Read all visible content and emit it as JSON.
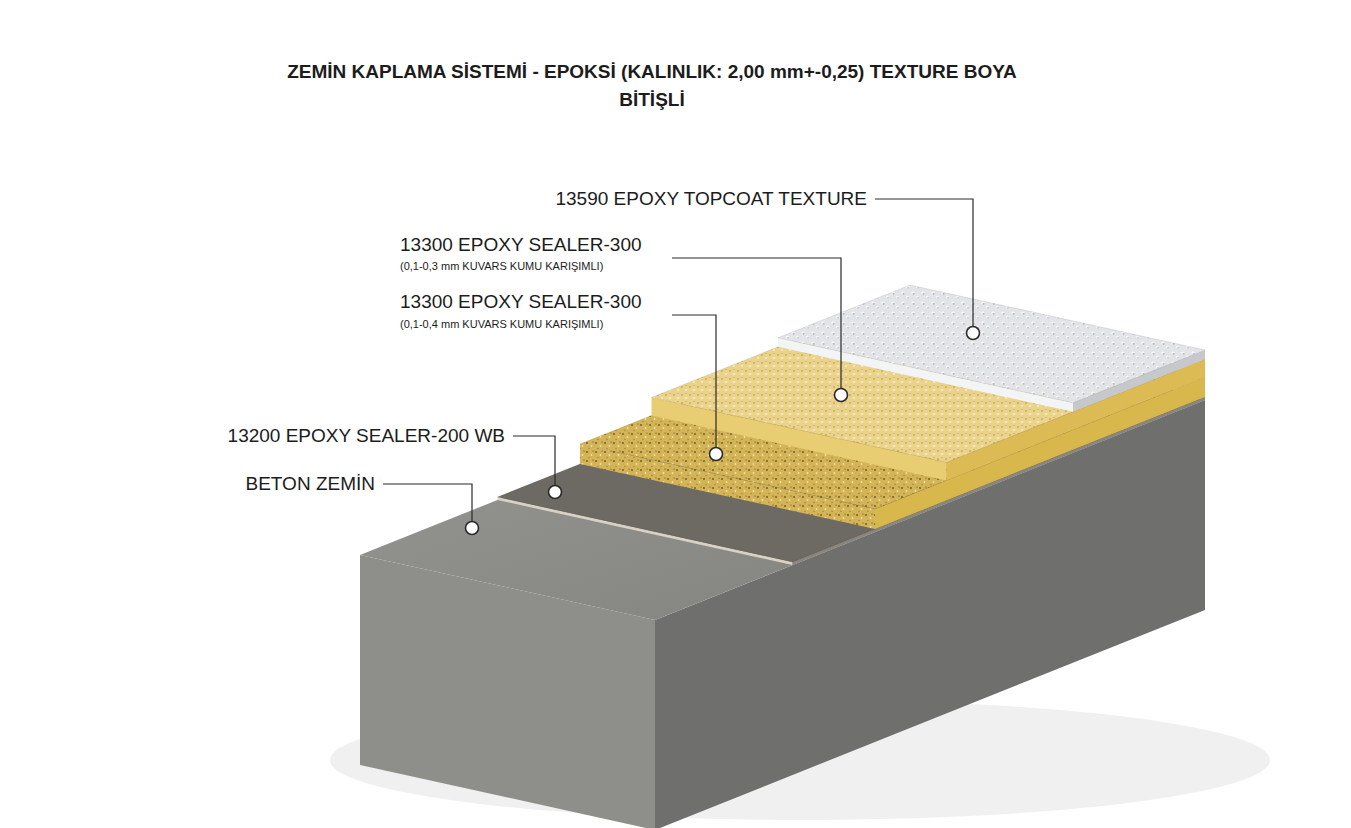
{
  "diagram": {
    "title": "ZEMİN KAPLAMA SİSTEMİ - EPOKSİ (KALINLIK: 2,00 mm+-0,25) TEXTURE BOYA BİTİŞLİ",
    "labels": [
      "13590 EPOXY TOPCOAT TEXTURE",
      "13300 EPOXY SEALER-300",
      "(0,1-0,3 mm KUVARS KUMU KARIŞIMLI)",
      "13300 EPOXY SEALER-300",
      "(0,1-0,4 mm KUVARS KUMU KARIŞIMLI)",
      "13200 EPOXY SEALER-200 WB",
      "BETON ZEMİN"
    ]
  }
}
